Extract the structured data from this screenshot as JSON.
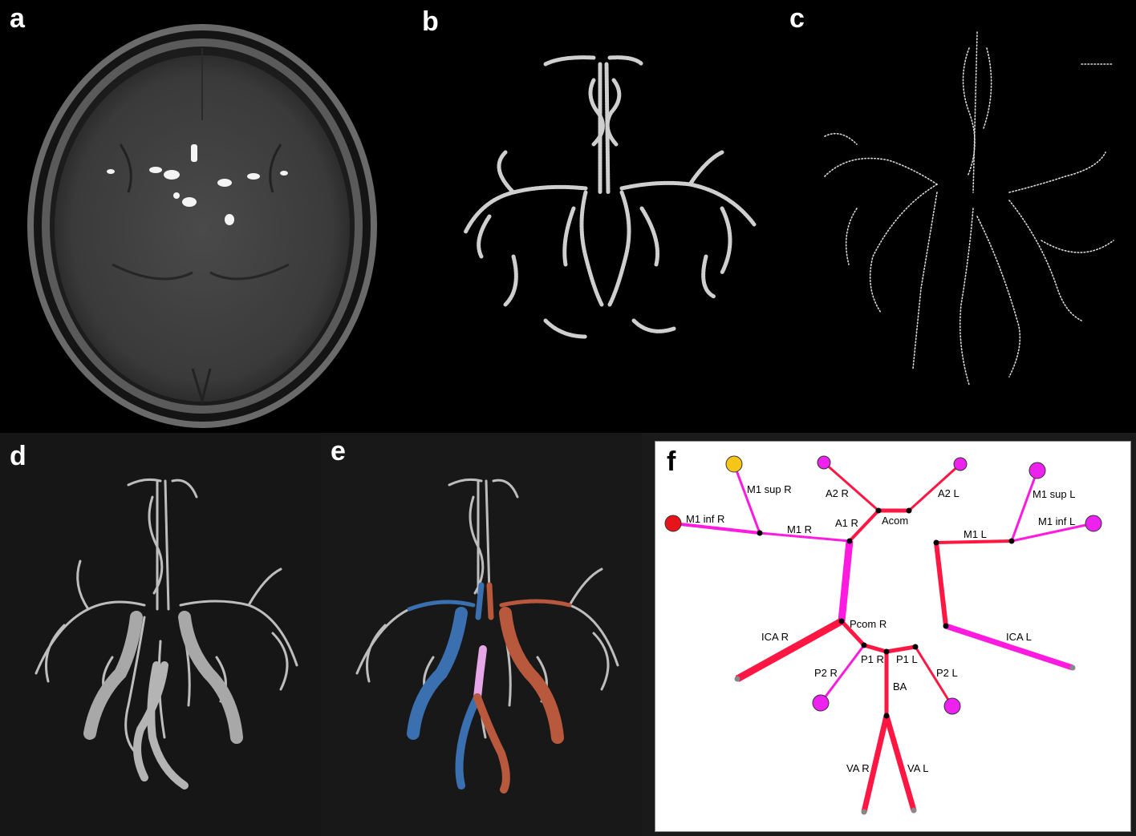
{
  "panels": {
    "a": {
      "letter": "a",
      "content": "axial MRA slice"
    },
    "b": {
      "letter": "b",
      "content": "3D vessel surface"
    },
    "c": {
      "letter": "c",
      "content": "vessel centerline points"
    },
    "d": {
      "letter": "d",
      "content": "3D vessel mesh"
    },
    "e": {
      "letter": "e",
      "content": "labeled vessel mesh"
    },
    "f": {
      "letter": "f",
      "content": "vessel graph"
    }
  },
  "colors": {
    "edge_red": "#ff1744",
    "edge_magenta": "#ff1adf",
    "node_magenta": "#ee22ee",
    "node_yellow": "#f5c518",
    "node_red": "#e8141b",
    "node_grey": "#888888",
    "seg_blue": "#3a6fb0",
    "seg_copper": "#b8583d",
    "seg_pink": "#e7a6e7",
    "vessel_grey": "#c8c8c8"
  },
  "graph": {
    "labels": {
      "m1_sup_r": "M1 sup R",
      "m1_inf_r": "M1 inf R",
      "m1_r": "M1 R",
      "a1_r": "A1 R",
      "a2_r": "A2 R",
      "a2_l": "A2 L",
      "acom": "Acom",
      "m1_l": "M1 L",
      "m1_sup_l": "M1 sup L",
      "m1_inf_l": "M1 inf L",
      "pcom_r": "Pcom R",
      "ica_r": "ICA R",
      "ica_l": "ICA L",
      "p2_r": "P2 R",
      "p1_r": "P1 R",
      "p1_l": "P1 L",
      "p2_l": "P2 L",
      "ba": "BA",
      "va_r": "VA R",
      "va_l": "VA L"
    }
  }
}
